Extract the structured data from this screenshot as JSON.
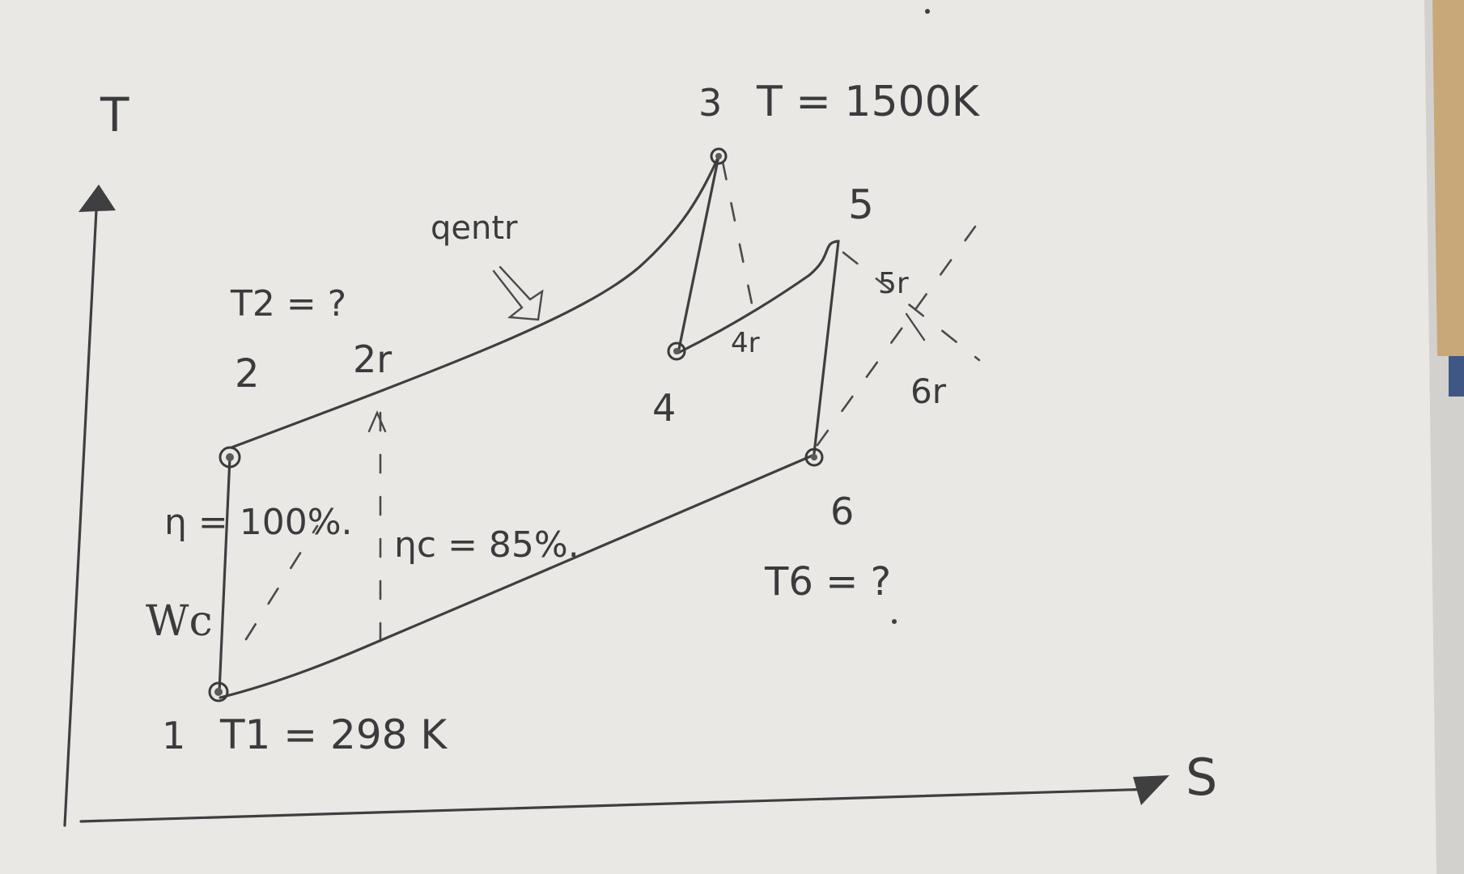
{
  "axes": {
    "y_label": "T",
    "x_label": "S"
  },
  "points": {
    "p1": "1",
    "p2": "2",
    "p2r": "2r",
    "p3": "3",
    "p4": "4",
    "p4r": "4r",
    "p5": "5",
    "p5r": "5r",
    "p6": "6",
    "p6r": "6r"
  },
  "annotations": {
    "t3": "T = 1500K",
    "t2": "T2 = ?",
    "t1": "T1 = 298 K",
    "t6": "T6 = ?",
    "q_entr": "qentr",
    "eta_ideal": "η = 100%.",
    "eta_c": "ηc = 85%.",
    "w_c": "Wc"
  },
  "colors": {
    "paper": "#e9e8e4",
    "ink": "#3f3f41"
  }
}
